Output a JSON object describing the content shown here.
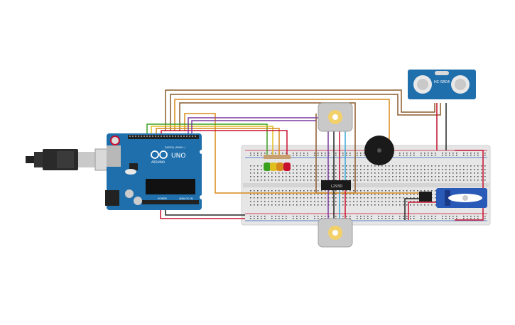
{
  "arduino": {
    "model_label": "UNO",
    "brand_label": "ARDUINO",
    "digital_label": "DIGITAL (PWM~)",
    "power_label": "POWER",
    "analog_label": "ANALOG IN"
  },
  "sensor": {
    "model_label": "HC-SR04"
  },
  "ic": {
    "label": "L293D"
  },
  "colors": {
    "board": "#1f6fad",
    "breadboard": "#e6e6e6",
    "wire_red": "#c8102e",
    "wire_black": "#222222",
    "wire_orange": "#d98a1c",
    "wire_brown": "#8a5a2b",
    "wire_green": "#3aa020",
    "wire_yellow": "#e0c020",
    "wire_purple": "#7a3aa0",
    "wire_blue": "#3aa8d8"
  },
  "components": {
    "leds": [
      "green-led",
      "yellow-led",
      "orange-led",
      "red-led"
    ],
    "motors": [
      "motor-top",
      "motor-bottom"
    ],
    "others": [
      "piezo-buzzer",
      "servo-motor",
      "usb-cable",
      "ultrasonic-sensor",
      "motor-driver-ic",
      "transistor"
    ]
  }
}
